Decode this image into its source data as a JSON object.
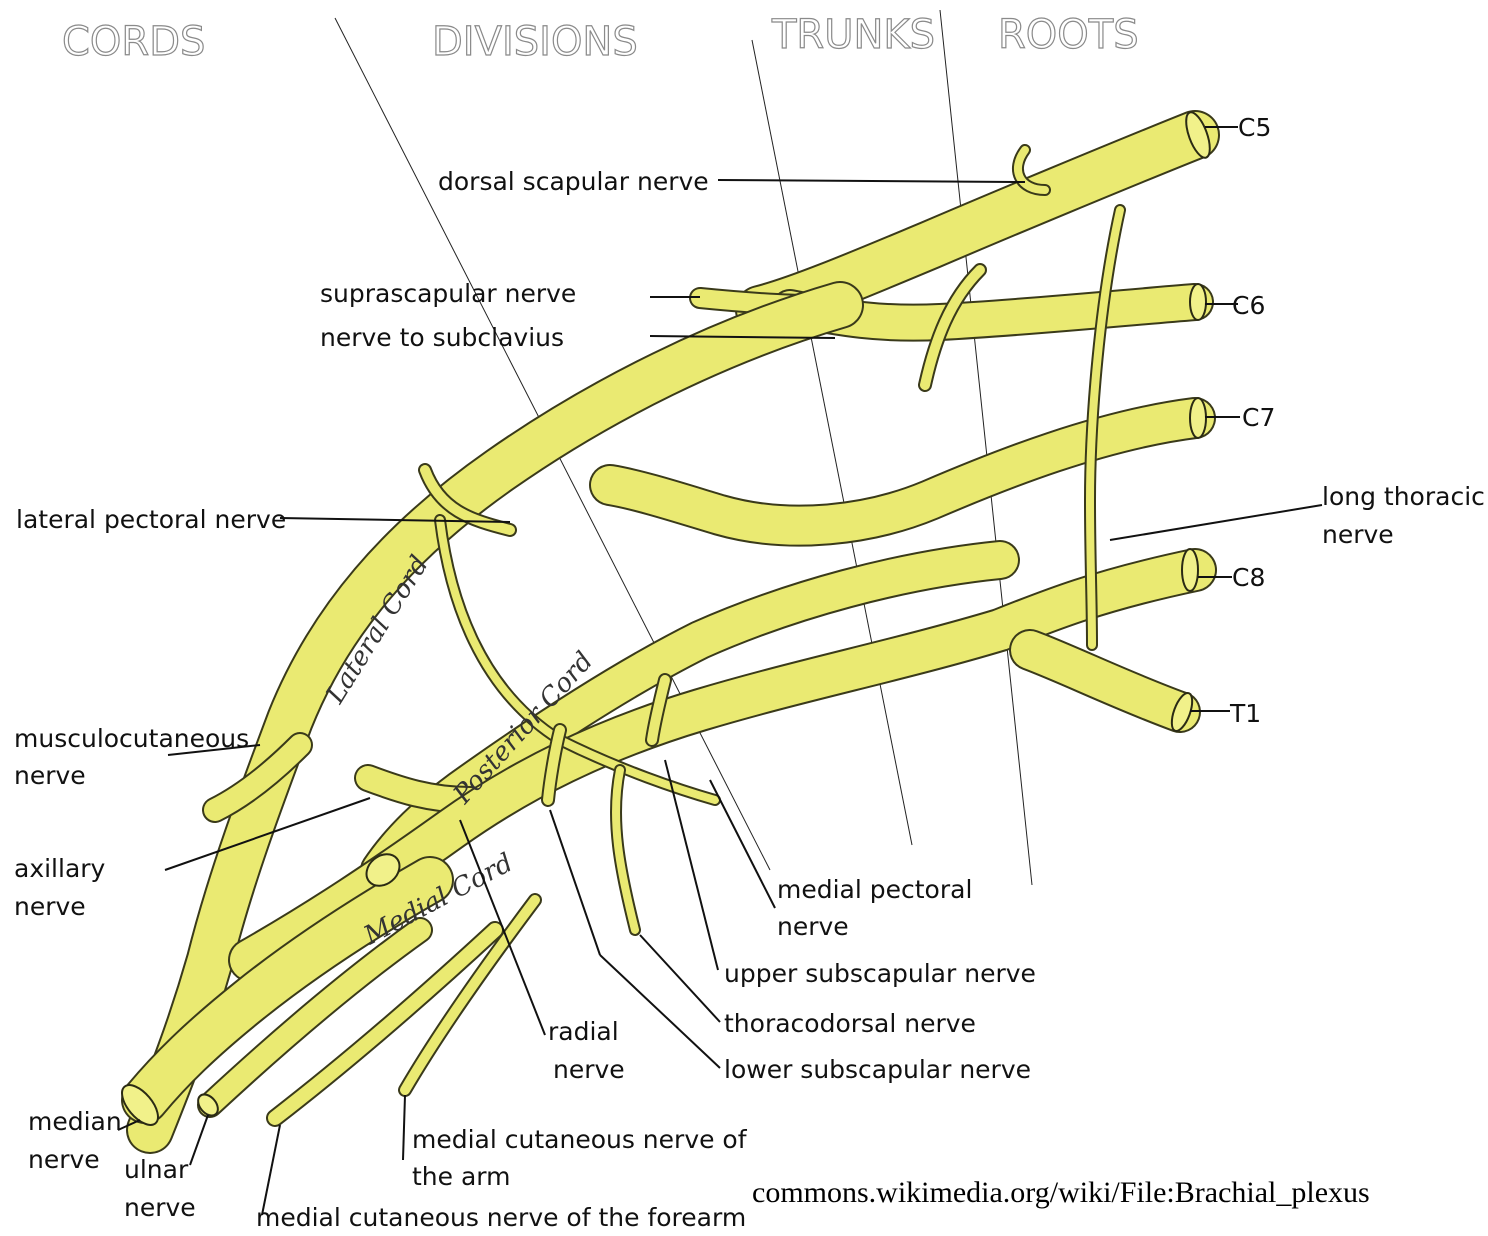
{
  "headers": {
    "cords": "CORDS",
    "divisions": "DIVISIONS",
    "trunks": "TRUNKS",
    "roots": "ROOTS"
  },
  "roots": {
    "c5": "C5",
    "c6": "C6",
    "c7": "C7",
    "c8": "C8",
    "t1": "T1"
  },
  "cord_labels": {
    "lateral": "Lateral Cord",
    "posterior": "Posterior Cord",
    "medial": "Medial Cord"
  },
  "nerve_labels": {
    "dorsal_scapular": "dorsal scapular nerve",
    "suprascapular": "suprascapular nerve",
    "nerve_to_subclavius": "nerve to subclavius",
    "lateral_pectoral": "lateral pectoral nerve",
    "long_thoracic_1": "long thoracic",
    "long_thoracic_2": "nerve",
    "musculocutaneous_1": "musculocutaneous",
    "musculocutaneous_2": "nerve",
    "axillary_1": "axillary",
    "axillary_2": "nerve",
    "medial_pectoral_1": "medial pectoral",
    "medial_pectoral_2": "nerve",
    "upper_subscapular": "upper subscapular nerve",
    "thoracodorsal": "thoracodorsal nerve",
    "lower_subscapular": "lower subscapular nerve",
    "radial_1": "radial",
    "radial_2": "nerve",
    "median_1": "median",
    "median_2": "nerve",
    "ulnar_1": "ulnar",
    "ulnar_2": "nerve",
    "med_cut_arm_1": "medial cutaneous nerve of",
    "med_cut_arm_2": "the arm",
    "med_cut_forearm": "medial cutaneous nerve of the forearm"
  },
  "credit": "commons.wikimedia.org/wiki/File:Brachial_plexus",
  "colors": {
    "nerve_fill": "#eaea72",
    "nerve_outline": "#3a3a1a",
    "header_stroke": "#8a8a8a"
  }
}
